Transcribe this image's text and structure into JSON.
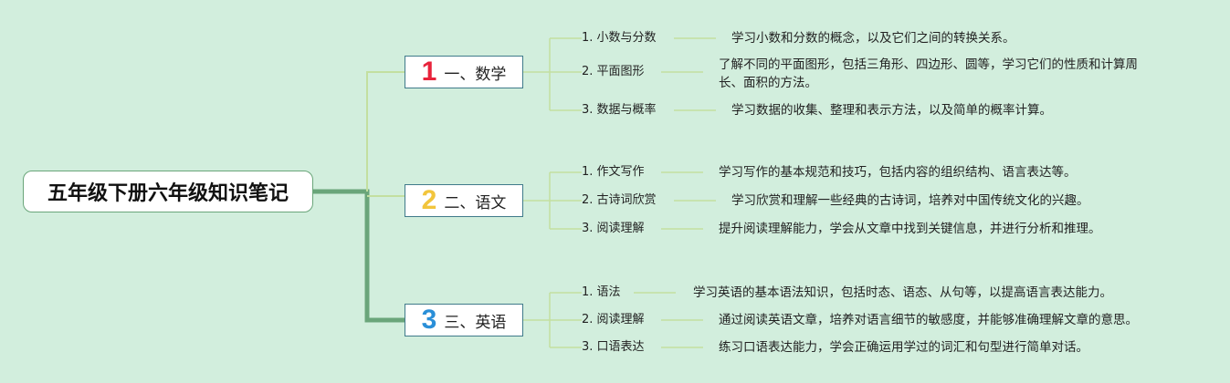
{
  "root": {
    "title": "五年级下册六年级知识笔记"
  },
  "branches": [
    {
      "number": "1",
      "number_color": "#e8233b",
      "label": "一、数学",
      "items": [
        {
          "label": "1. 小数与分数",
          "desc": "学习小数和分数的概念，以及它们之间的转换关系。"
        },
        {
          "label": "2. 平面图形",
          "desc": "了解不同的平面图形，包括三角形、四边形、圆等，学习它们的性质和计算周长、面积的方法。"
        },
        {
          "label": "3. 数据与概率",
          "desc": "学习数据的收集、整理和表示方法，以及简单的概率计算。"
        }
      ]
    },
    {
      "number": "2",
      "number_color": "#f2c53c",
      "label": "二、语文",
      "items": [
        {
          "label": "1. 作文写作",
          "desc": "学习写作的基本规范和技巧，包括内容的组织结构、语言表达等。"
        },
        {
          "label": "2. 古诗词欣赏",
          "desc": "学习欣赏和理解一些经典的古诗词，培养对中国传统文化的兴趣。"
        },
        {
          "label": "3. 阅读理解",
          "desc": "提升阅读理解能力，学会从文章中找到关键信息，并进行分析和推理。"
        }
      ]
    },
    {
      "number": "3",
      "number_color": "#2a8fd8",
      "label": "三、英语",
      "items": [
        {
          "label": "1. 语法",
          "desc": "学习英语的基本语法知识，包括时态、语态、从句等，以提高语言表达能力。"
        },
        {
          "label": "2. 阅读理解",
          "desc": "通过阅读英语文章，培养对语言细节的敏感度，并能够准确理解文章的意思。"
        },
        {
          "label": "3. 口语表达",
          "desc": "练习口语表达能力，学会正确运用学过的词汇和句型进行简单对话。"
        }
      ]
    }
  ],
  "colors": {
    "background": "#d2eedd",
    "root_connector": "#6aa57a",
    "branch_connector": "#c3dfa0",
    "sub_connector": "#c3dfa0",
    "branch_border": "#3f7a8a"
  }
}
